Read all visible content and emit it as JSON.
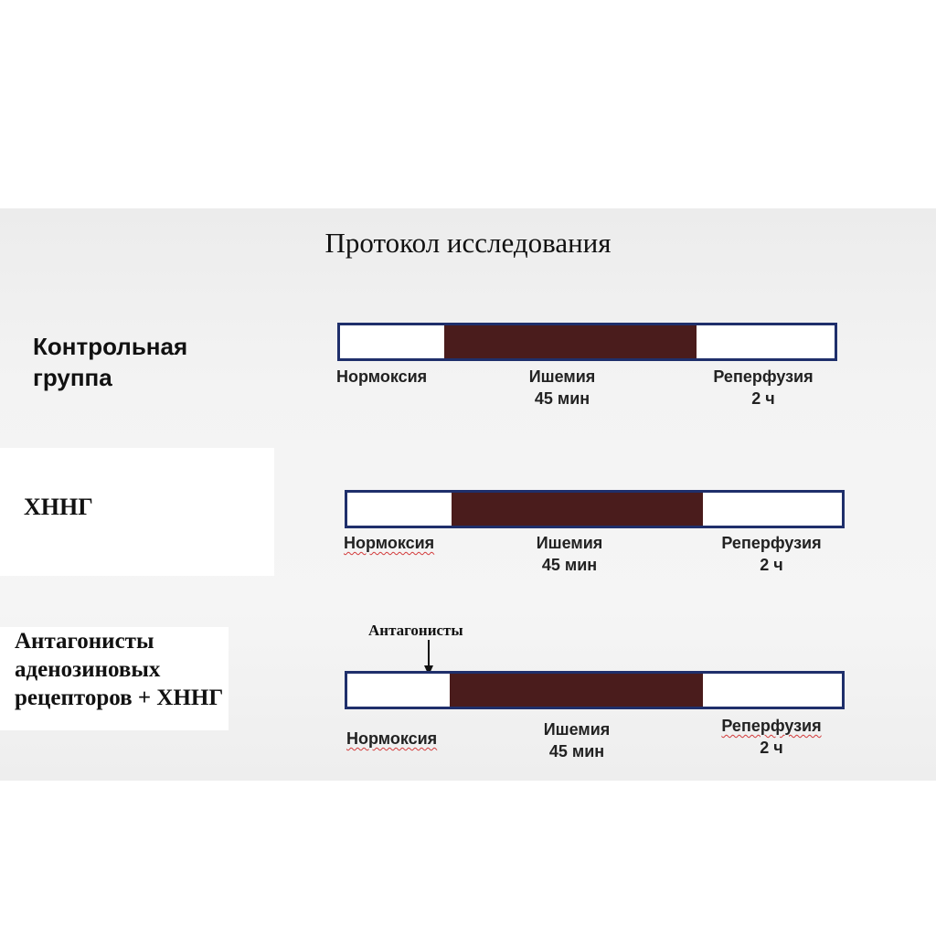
{
  "title": "Протокол исследования",
  "groups": [
    {
      "label_lines": [
        "Контрольная",
        "группа"
      ],
      "phases": [
        {
          "lines": [
            "Нормоксия"
          ]
        },
        {
          "lines": [
            "Ишемия",
            "45 мин"
          ]
        },
        {
          "lines": [
            "Реперфузия",
            "2 ч"
          ]
        }
      ]
    },
    {
      "label_lines": [
        "ХННГ"
      ],
      "phases": [
        {
          "lines": [
            "Нормоксия"
          ]
        },
        {
          "lines": [
            "Ишемия",
            "45 мин"
          ]
        },
        {
          "lines": [
            "Реперфузия",
            "2 ч"
          ]
        }
      ]
    },
    {
      "label_lines": [
        "Антагонисты",
        "аденозиновых",
        "рецепторов + ХННГ"
      ],
      "marker_label": "Антагонисты",
      "phases": [
        {
          "lines": [
            "Нормоксия"
          ]
        },
        {
          "lines": [
            "Ишемия",
            "45 мин"
          ]
        },
        {
          "lines": [
            "Реперфузия",
            "2 ч"
          ]
        }
      ]
    }
  ],
  "colors": {
    "bar_border": "#1f2f6b",
    "ischemia_fill": "#4a1c1c",
    "normal_fill": "#ffffff",
    "spellcheck_underline": "#d23a3a"
  }
}
